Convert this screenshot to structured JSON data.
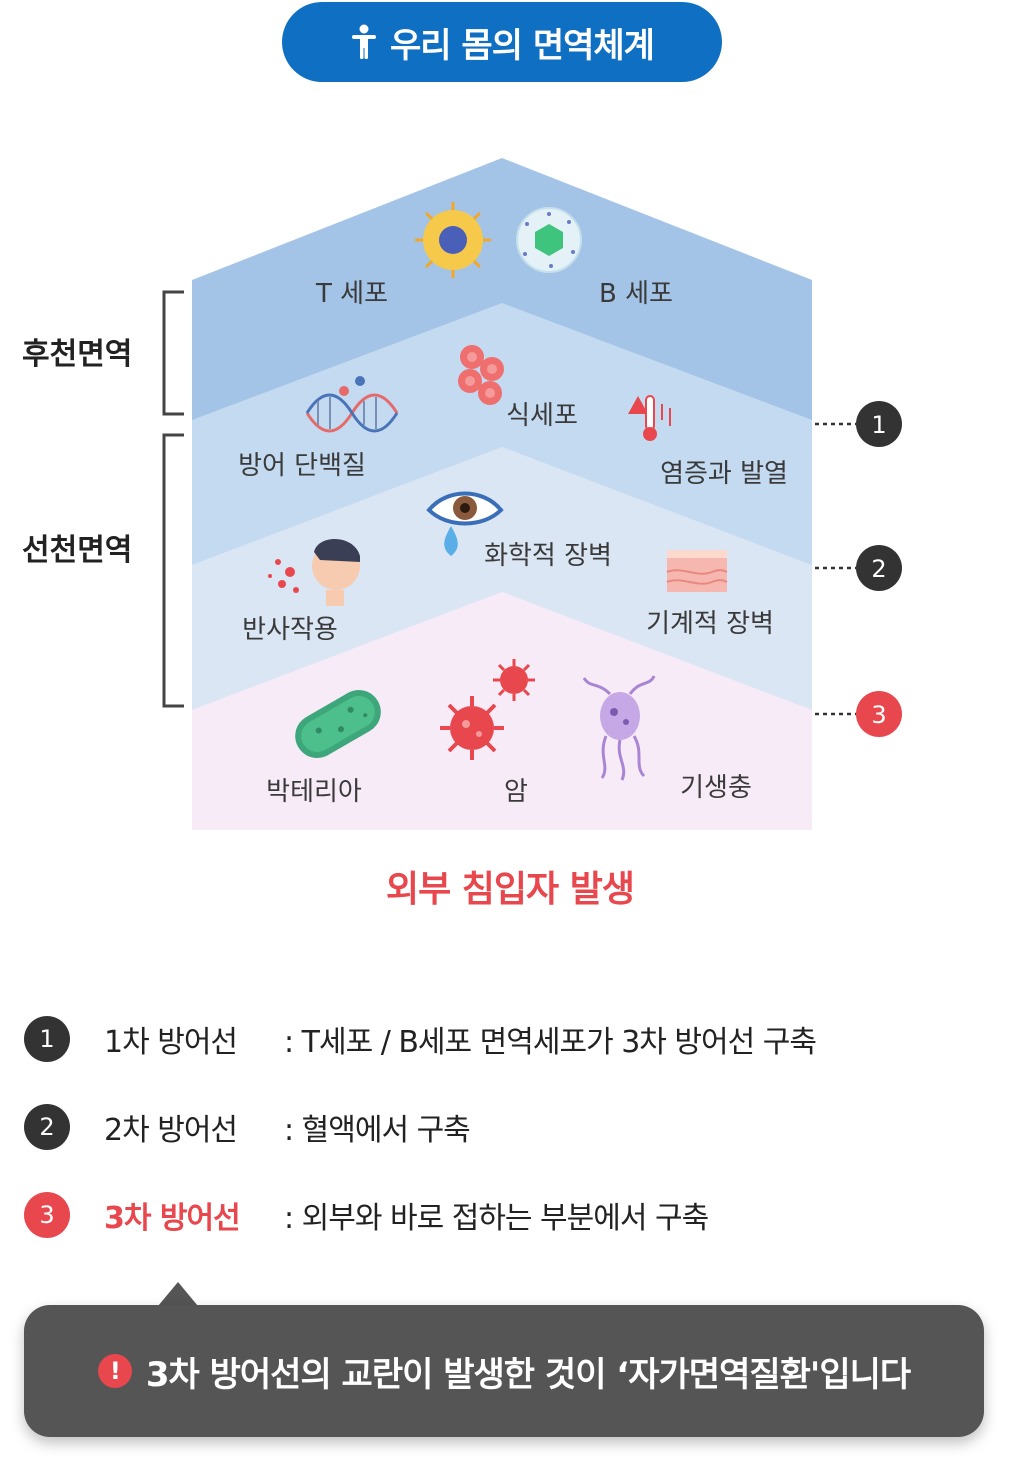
{
  "title": "우리 몸의 면역체계",
  "sides": {
    "acquired": "후천면역",
    "innate": "선천면역"
  },
  "layers": {
    "layer1": {
      "items": [
        "T 세포",
        "B 세포"
      ]
    },
    "layer2": {
      "items": [
        "방어 단백질",
        "식세포",
        "염증과 발열"
      ]
    },
    "layer3": {
      "items": [
        "반사작용",
        "화학적 장벽",
        "기계적 장벽"
      ]
    },
    "layer4": {
      "items": [
        "박테리아",
        "암",
        "기생충"
      ]
    }
  },
  "markers": [
    "1",
    "2",
    "3"
  ],
  "invader_text": "외부 침입자 발생",
  "legend": [
    {
      "num": "1",
      "label": "1차 방어선",
      "desc": ": T세포 / B세포 면역세포가 3차 방어선 구축"
    },
    {
      "num": "2",
      "label": "2차 방어선",
      "desc": ": 혈액에서 구축"
    },
    {
      "num": "3",
      "label": "3차 방어선",
      "desc": ": 외부와 바로 접하는 부분에서 구축"
    }
  ],
  "callout": {
    "icon": "exclamation-icon",
    "text": "3차 방어선의 교란이 발생한 것이 ‘자가면역질환'입니다"
  },
  "colors": {
    "title_bg": "#0f6fc2",
    "layer1": "#a3c4e6",
    "layer2": "#c3daf0",
    "layer3": "#dbe6f5",
    "layer4": "#f8ebf8",
    "accent_red": "#e8474d",
    "dark_marker": "#333333",
    "callout_bg": "#555555"
  }
}
